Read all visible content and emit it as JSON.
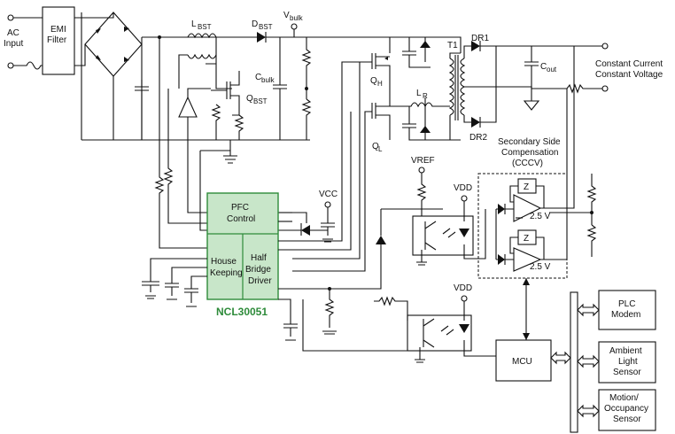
{
  "labels": {
    "ac_input": [
      "AC",
      "Input"
    ],
    "emi_filter": [
      "EMI",
      "Filter"
    ],
    "l_bst": [
      "L",
      "BST"
    ],
    "d_bst": [
      "D",
      "BST"
    ],
    "v_bulk": [
      "V",
      "bulk"
    ],
    "c_bulk": [
      "C",
      "bulk"
    ],
    "q_bst": [
      "Q",
      "BST"
    ],
    "q_h": [
      "Q",
      "H"
    ],
    "q_l": [
      "Q",
      "L"
    ],
    "l_r": [
      "L",
      "R"
    ],
    "t1": "T1",
    "dr1": "DR1",
    "dr2": "DR2",
    "c_out": [
      "C",
      "out"
    ],
    "output": [
      "Constant Current",
      "Constant Voltage"
    ],
    "vref": "VREF",
    "vcc": "VCC",
    "vdd_top": "VDD",
    "vdd_bottom": "VDD",
    "secondary": [
      "Secondary Side",
      "Compensation",
      "(CCCV)"
    ],
    "z1": "Z",
    "z2": "Z",
    "v25_1": "2.5 V",
    "v25_2": "2.5 V"
  },
  "chip": {
    "name": "NCL30051",
    "pfc": [
      "PFC",
      "Control"
    ],
    "house": [
      "House",
      "Keeping"
    ],
    "half_bridge": [
      "Half",
      "Bridge",
      "Driver"
    ],
    "color": "#2e8b3a",
    "fill": "#c8e6c9"
  },
  "blocks": {
    "mcu": "MCU",
    "plc": [
      "PLC",
      "Modem"
    ],
    "ambient": [
      "Ambient",
      "Light",
      "Sensor"
    ],
    "motion": [
      "Motion/",
      "Occupancy",
      "Sensor"
    ]
  }
}
